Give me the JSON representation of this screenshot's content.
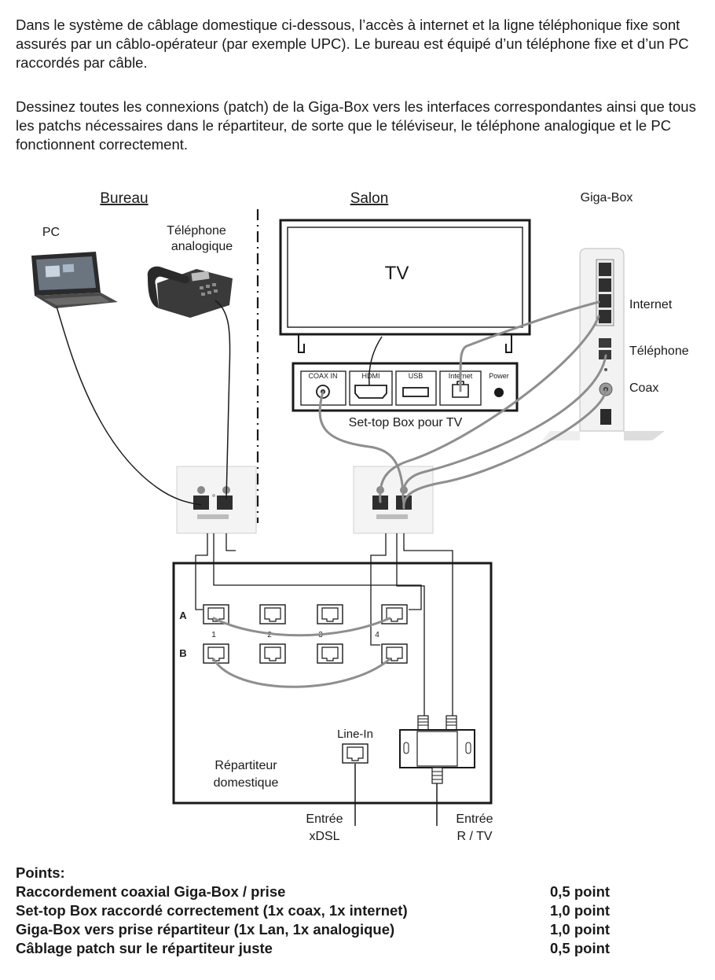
{
  "intro": {
    "paragraph1": "Dans le système de câblage domestique ci-dessous, l’accès à internet et la ligne téléphonique fixe sont assurés par un câblo-opérateur (par exemple UPC). Le bureau est équipé d’un téléphone fixe et d’un PC raccordés par câble.",
    "paragraph2": "Dessinez toutes les connexions (patch) de la Giga-Box vers les interfaces correspondantes ainsi que tous les patchs nécessaires dans le répartiteur, de sorte que le téléviseur, le téléphone analogique et le PC fonctionnent correctement."
  },
  "diagram": {
    "rooms": {
      "office": "Bureau",
      "living": "Salon",
      "gigabox": "Giga-Box"
    },
    "devices": {
      "pc": "PC",
      "phone_line1": "Téléphone",
      "phone_line2": "analogique",
      "tv": "TV"
    },
    "stb": {
      "caption": "Set-top Box pour TV",
      "ports": [
        "COAX IN",
        "HDMI",
        "USB",
        "Internet",
        "Power"
      ]
    },
    "gigabox_ports": {
      "internet": "Internet",
      "phone": "Téléphone",
      "coax": "Coax"
    },
    "distributor": {
      "label_line1": "Répartiteur",
      "label_line2": "domestique",
      "row_a": "A",
      "row_b": "B",
      "port_numbers": [
        "1",
        "2",
        "3",
        "4"
      ],
      "line_in": "Line-In"
    },
    "inputs": {
      "xdsl_line1": "Entrée",
      "xdsl_line2": "xDSL",
      "rtv_line1": "Entrée",
      "rtv_line2": "R / TV"
    }
  },
  "points": {
    "heading": "Points:",
    "items": [
      {
        "label": "Raccordement coaxial Giga-Box / prise",
        "value": "0,5 point"
      },
      {
        "label": "Set-top Box raccordé correctement (1x coax, 1x internet)",
        "value": "1,0 point"
      },
      {
        "label": "Giga-Box vers prise répartiteur (1x Lan, 1x analogique)",
        "value": "1,0 point"
      },
      {
        "label": "Câblage patch sur le répartiteur juste",
        "value": "0,5 point"
      }
    ]
  }
}
